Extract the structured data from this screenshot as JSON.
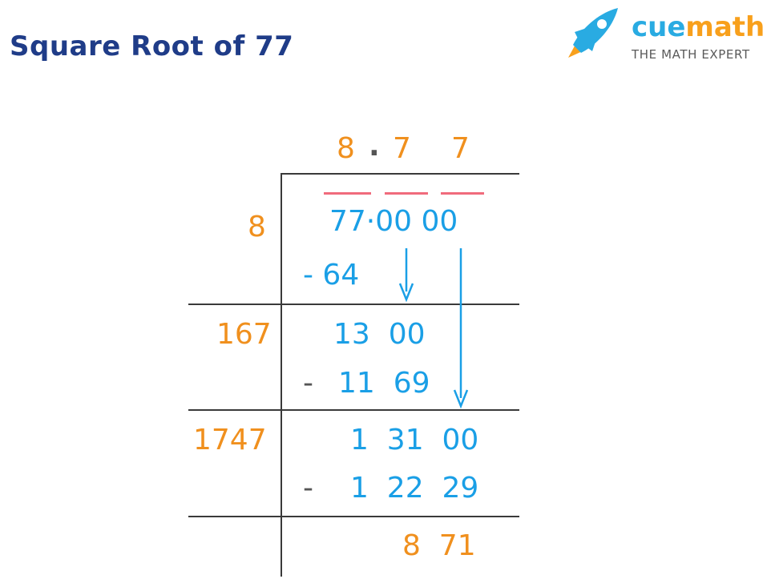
{
  "title": "Square Root of 77",
  "logo": {
    "brand_cue": "cue",
    "brand_math": "math",
    "tagline": "THE MATH EXPERT"
  },
  "division": {
    "quotient": {
      "d1": "8",
      "point": ".",
      "d2": "7",
      "d3": "7"
    },
    "divisors": [
      "8",
      "167",
      "1747"
    ],
    "dividend": "77·00 00",
    "steps": {
      "sub1": "- 64",
      "rem1": "13  00",
      "sub2_sign": "-",
      "sub2": "11  69",
      "rem2": "1  31  00",
      "sub3_sign": "-",
      "sub3": "1  22  29",
      "remainder": "8  71"
    }
  },
  "colors": {
    "title": "#1f3c88",
    "quotient_and_divisors": "#f0901e",
    "dividend_and_steps": "#1a9fe6",
    "pair_bars": "#f06b7c",
    "lines": "#3a3a3a"
  }
}
